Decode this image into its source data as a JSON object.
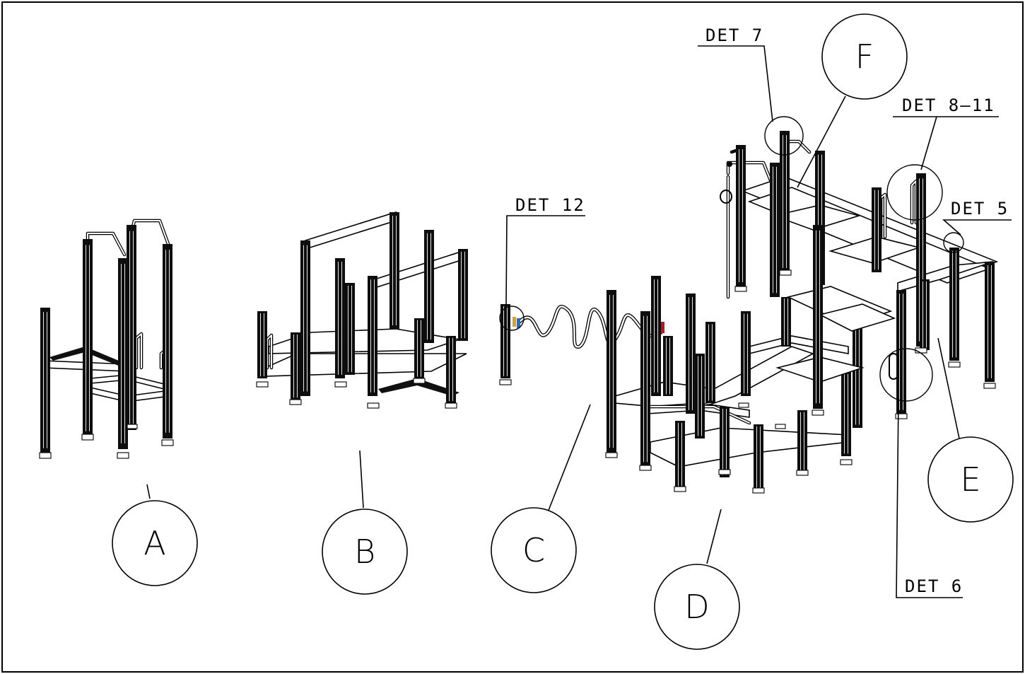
{
  "drawing": {
    "background": "#ffffff",
    "line_color": "#000000",
    "bubbles": [
      {
        "id": "A",
        "label": "A"
      },
      {
        "id": "B",
        "label": "B"
      },
      {
        "id": "C",
        "label": "C"
      },
      {
        "id": "D",
        "label": "D"
      },
      {
        "id": "E",
        "label": "E"
      },
      {
        "id": "F",
        "label": "F"
      }
    ],
    "detail_callouts": [
      {
        "id": "det7",
        "label": "DET 7"
      },
      {
        "id": "det8_11",
        "label": "DET 8–11"
      },
      {
        "id": "det5",
        "label": "DET 5"
      },
      {
        "id": "det12",
        "label": "DET 12"
      },
      {
        "id": "det6",
        "label": "DET 6"
      }
    ],
    "accent_colors": {
      "orange": "#e0a11a",
      "blue": "#1a6fd1",
      "red": "#c0141c"
    }
  }
}
